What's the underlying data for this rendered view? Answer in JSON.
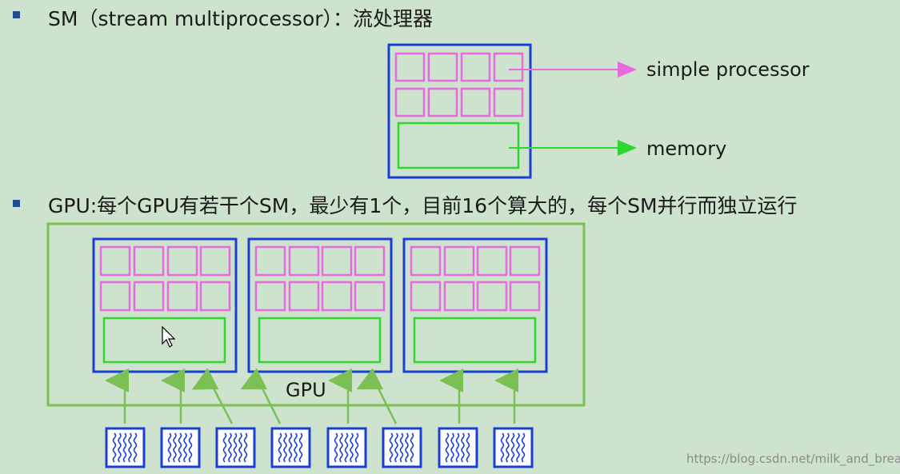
{
  "bullets": [
    {
      "text": "SM（stream multiprocessor）：流处理器"
    },
    {
      "text": "GPU:每个GPU有若干个SM，最少有1个，目前16个算大的，每个SM并行而独立运行"
    }
  ],
  "sm_diagram": {
    "processor_label": "simple processor",
    "memory_label": "memory"
  },
  "gpu_diagram": {
    "label": "GPU",
    "sm_count": 3,
    "cores_per_sm": 8,
    "thread_block_count": 8
  },
  "watermark": "https://blog.csdn.net/milk_and_bread",
  "colors": {
    "background": "#cde3cd",
    "sm_border": "#1b3fd6",
    "core_border": "#e86ae0",
    "memory_border": "#2ed62e",
    "gpu_border": "#7bbf55",
    "arrow": "#7bbf55"
  }
}
